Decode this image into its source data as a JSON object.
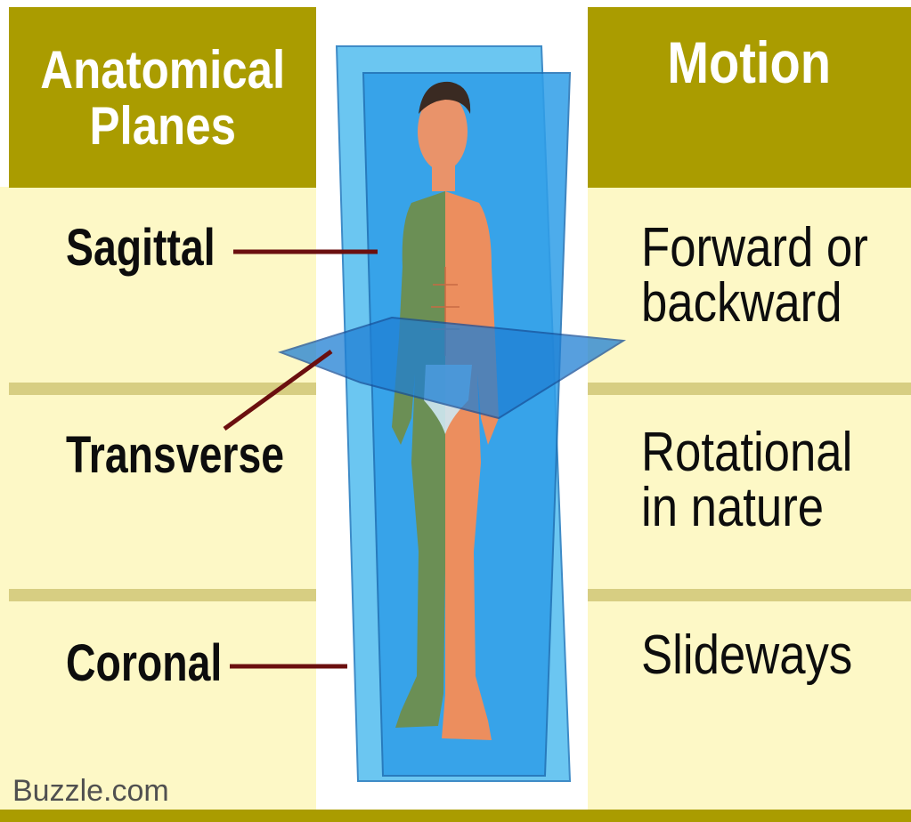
{
  "left_header": {
    "line1": "Anatomical",
    "line2": "Planes"
  },
  "right_header": {
    "title": "Motion"
  },
  "planes": [
    {
      "label": "Sagittal"
    },
    {
      "label": "Transverse"
    },
    {
      "label": "Coronal"
    }
  ],
  "motions": [
    {
      "line1": "Forward or",
      "line2": "backward"
    },
    {
      "line1": "Rotational",
      "line2": "in nature"
    },
    {
      "line1": "Slideways",
      "line2": ""
    }
  ],
  "watermark": "Buzzle.com",
  "colors": {
    "header": "#aa9c00",
    "panel": "#fdf8c6",
    "separator": "#d7ce82",
    "plane_blue": "#2f9ee8",
    "leader_line": "#6b0f0f"
  }
}
